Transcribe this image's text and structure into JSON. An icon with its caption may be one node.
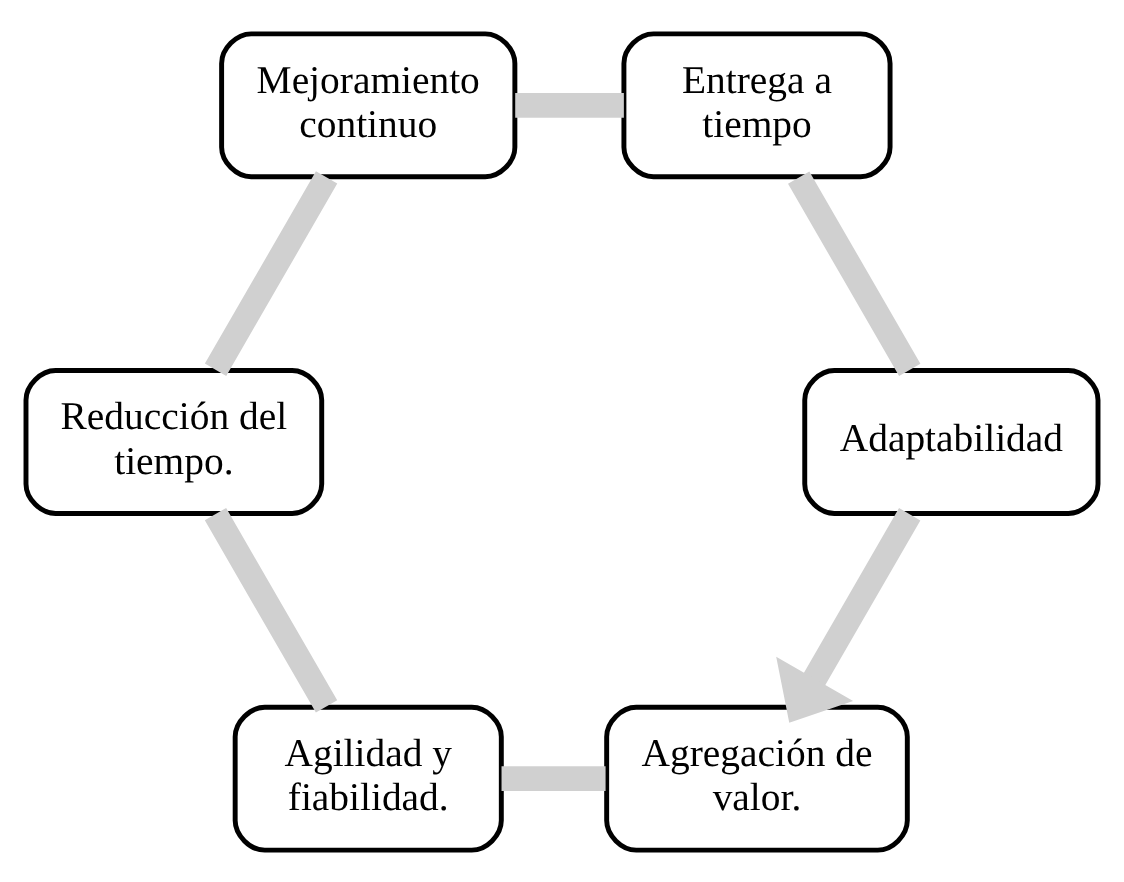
{
  "diagram": {
    "nodes": [
      {
        "text": [
          "Agregación de valor."
        ]
      },
      {
        "text": [
          "Agilidad y fiabilidad."
        ]
      },
      {
        "text": [
          "Reducción del tiempo."
        ]
      },
      {
        "text": [
          "Mejoramiento continuo"
        ]
      },
      {
        "text": [
          "Entrega a tiempo"
        ]
      },
      {
        "text": [
          "Adaptabilidad"
        ]
      }
    ],
    "edges": [
      {
        "from": 0,
        "to": 1,
        "arrow": "none"
      },
      {
        "from": 1,
        "to": 2,
        "arrow": "none"
      },
      {
        "from": 2,
        "to": 3,
        "arrow": "none"
      },
      {
        "from": 3,
        "to": 4,
        "arrow": "none"
      },
      {
        "from": 4,
        "to": 5,
        "arrow": "none"
      },
      {
        "from": 5,
        "to": 0,
        "arrow": "to"
      }
    ]
  }
}
